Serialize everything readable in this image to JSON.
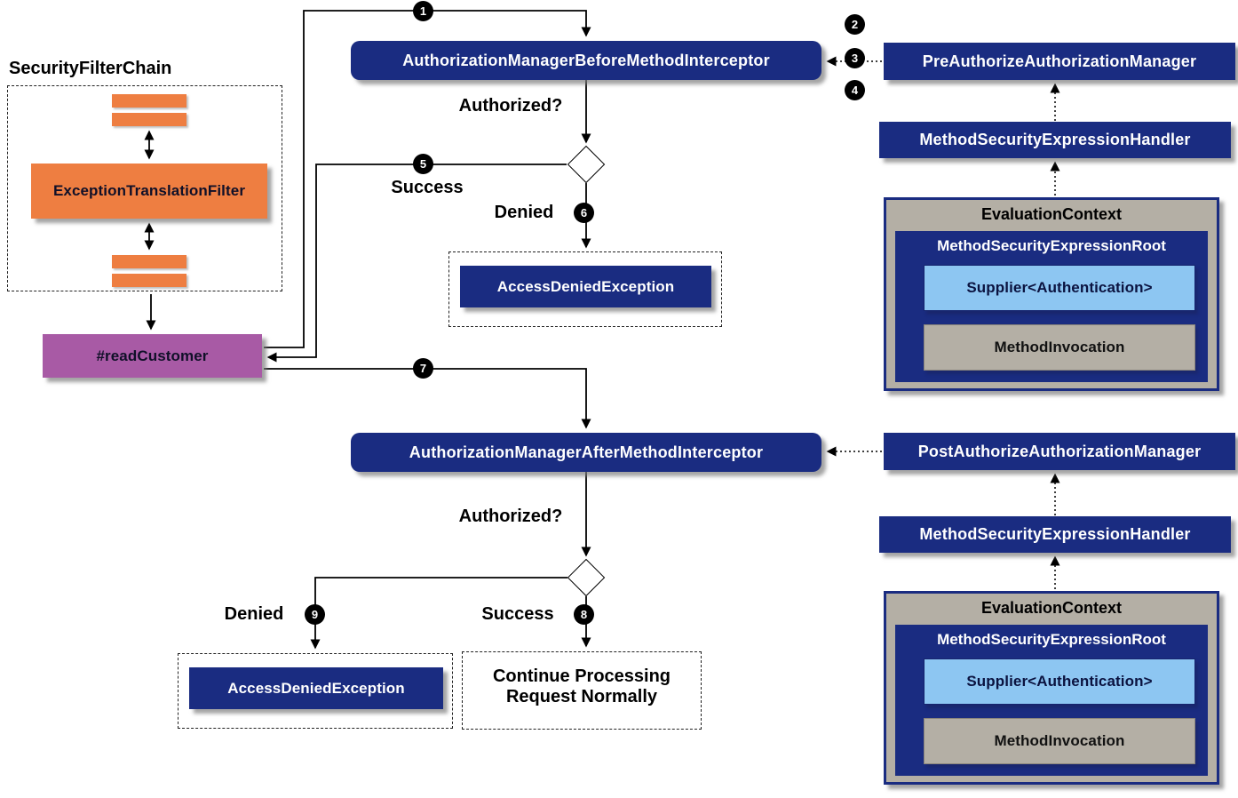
{
  "colors": {
    "navy": "#1a2c81",
    "orange": "#ee7e41",
    "purple": "#a85aa5",
    "light_blue": "#8dc6f2",
    "gray": "#b4afa5",
    "line": "#000000"
  },
  "filterChain": {
    "title": "SecurityFilterChain",
    "filter": "ExceptionTranslationFilter",
    "method": "#readCustomer"
  },
  "beforeFlow": {
    "interceptor": "AuthorizationManagerBeforeMethodInterceptor",
    "question": "Authorized?",
    "successLabel": "Success",
    "deniedLabel": "Denied",
    "exception": "AccessDeniedException"
  },
  "afterFlow": {
    "interceptor": "AuthorizationManagerAfterMethodInterceptor",
    "question": "Authorized?",
    "successLabel": "Success",
    "deniedLabel": "Denied",
    "exception": "AccessDeniedException",
    "continueLine1": "Continue Processing",
    "continueLine2": "Request Normally"
  },
  "preAuthorize": {
    "manager": "PreAuthorizeAuthorizationManager",
    "handler": "MethodSecurityExpressionHandler",
    "contextTitle": "EvaluationContext",
    "rootTitle": "MethodSecurityExpressionRoot",
    "supplier": "Supplier<Authentication>",
    "invocation": "MethodInvocation"
  },
  "postAuthorize": {
    "manager": "PostAuthorizeAuthorizationManager",
    "handler": "MethodSecurityExpressionHandler",
    "contextTitle": "EvaluationContext",
    "rootTitle": "MethodSecurityExpressionRoot",
    "supplier": "Supplier<Authentication>",
    "invocation": "MethodInvocation"
  },
  "steps": [
    "1",
    "2",
    "3",
    "4",
    "5",
    "6",
    "7",
    "8",
    "9"
  ]
}
